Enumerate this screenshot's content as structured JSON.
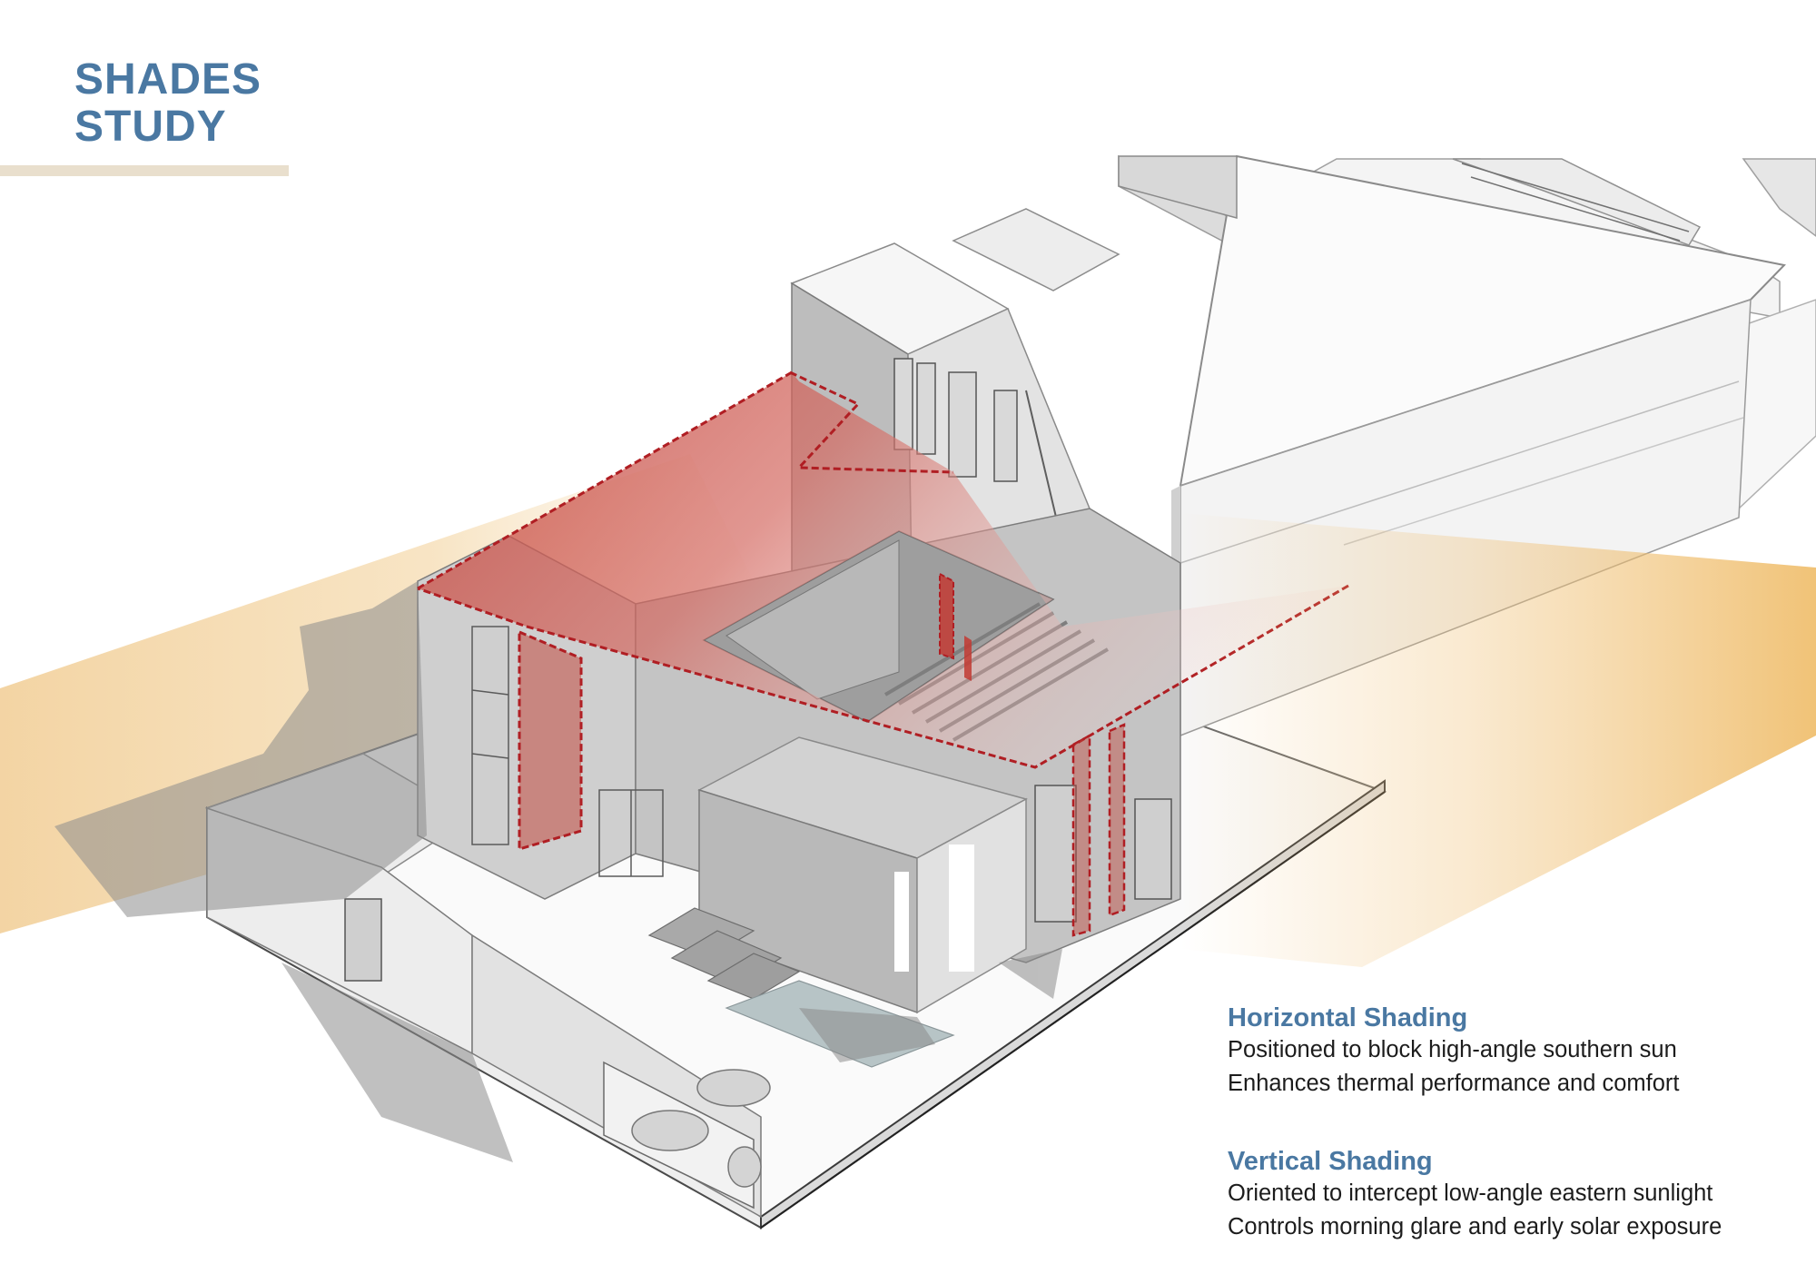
{
  "title": {
    "line1": "SHADES",
    "line2": "STUDY"
  },
  "legend": {
    "horizontal": {
      "heading": "Horizontal Shading",
      "line1": "Positioned to block high-angle southern sun",
      "line2": "Enhances thermal performance and comfort"
    },
    "vertical": {
      "heading": "Vertical Shading",
      "line1": "Oriented to intercept low-angle eastern sunlight",
      "line2": "Controls morning glare and early solar exposure"
    }
  },
  "colors": {
    "title": "#4a78a2",
    "title_rule": "#e9dfcd",
    "sun_band": "#efc27d",
    "shade_element": "#c8504e",
    "shade_outline": "#b01e23",
    "shadow": "#8e8e8e",
    "building_light": "#f7f7f7",
    "building_mid": "#dedede",
    "building_dark": "#b5b5b5"
  }
}
